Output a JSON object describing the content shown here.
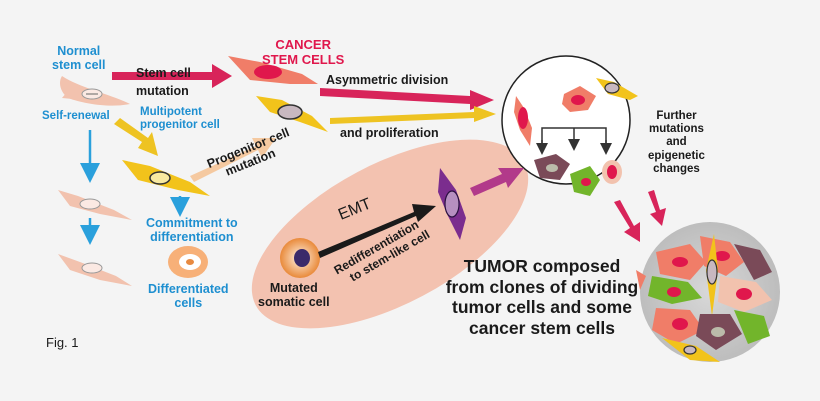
{
  "labels": {
    "normal_stem_cell": [
      "Normal",
      "stem cell"
    ],
    "self_renewal": "Self-renewal",
    "stem_cell_mutation": [
      "Stem cell",
      "mutation"
    ],
    "cancer_stem_cells": [
      "CANCER",
      "STEM CELLS"
    ],
    "multipotent_progenitor": [
      "Multipotent",
      "progenitor cell"
    ],
    "asymmetric_division": "Asymmetric division",
    "and_proliferation": "and proliferation",
    "progenitor_cell_mutation": [
      "Progenitor cell",
      "mutation"
    ],
    "commitment": [
      "Commitment to",
      "differentiation"
    ],
    "differentiated_cells": [
      "Differentiated",
      "cells"
    ],
    "emt": "EMT",
    "redifferentiation": [
      "Redifferentiation",
      "to stem-like cell"
    ],
    "mutated_somatic_cell": [
      "Mutated",
      "somatic cell"
    ],
    "further_mutations": [
      "Further",
      "mutations",
      "and",
      "epigenetic",
      "changes"
    ],
    "tumor_caption": [
      "TUMOR composed",
      "from clones of dividing",
      "tumor cells and some",
      "cancer stem cells"
    ],
    "fig_label": "Fig. 1"
  },
  "colors": {
    "background": "#f4f4f4",
    "blue_text": "#1e8fd0",
    "red_text": "#e0174c",
    "normal_cell": "#f2c2ae",
    "cancer_cell": "#f07d68",
    "yellow_cell": "#f2c31b",
    "emt_ellipse": "#f3c2b0",
    "purple_cell": "#7b2d8e",
    "arrow_red": "#d8245a",
    "arrow_yellow": "#eec322",
    "arrow_blue": "#2aa0dc",
    "arrow_peach": "#f5c9a0",
    "arrow_magenta": "#b23a8a"
  }
}
